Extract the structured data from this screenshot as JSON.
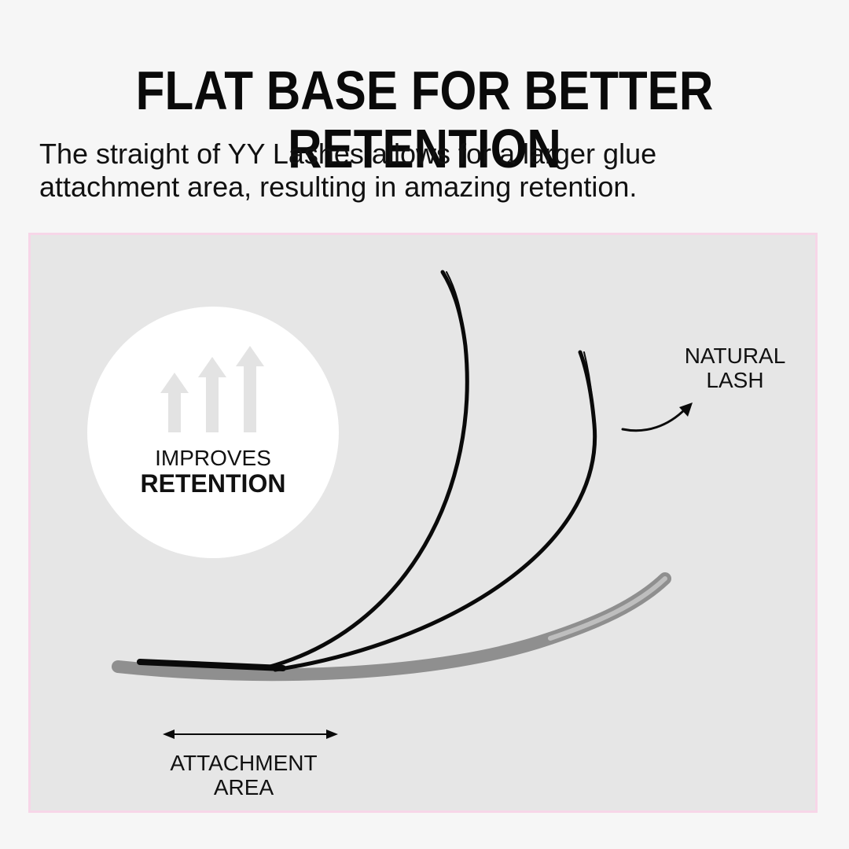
{
  "header": {
    "title": "FLAT BASE FOR BETTER RETENTION",
    "subtitle_line1": "The straight of YY Lashes allows for a larger glue",
    "subtitle_line2": "attachment area, resulting in amazing retention."
  },
  "badge": {
    "line1": "IMPROVES",
    "line2": "RETENTION",
    "icon": "up-arrows-icon"
  },
  "labels": {
    "natural_lash_line1": "NATURAL",
    "natural_lash_line2": "LASH",
    "attachment_area_line1": "ATTACHMENT",
    "attachment_area_line2": "AREA"
  },
  "colors": {
    "panel_background": "#e6e6e6",
    "panel_border": "#f7d6e8",
    "lash": "#0a0a0a",
    "natural_lash": "#8f8f8f",
    "arrow_icon": "#e3e3e3"
  }
}
